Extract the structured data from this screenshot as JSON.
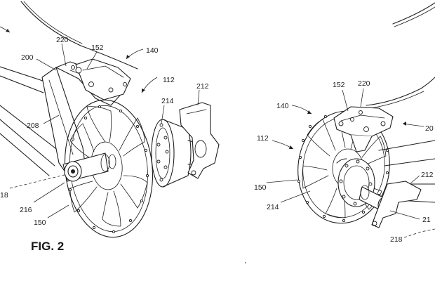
{
  "figure_label": "FIG. 2",
  "left_view": {
    "refs": {
      "r220": "220",
      "r152": "152",
      "r200": "200",
      "r140": "140",
      "r112": "112",
      "r212": "212",
      "r214": "214",
      "r208": "208",
      "r18": "18",
      "r216": "216",
      "r150": "150"
    }
  },
  "right_view": {
    "refs": {
      "r152": "152",
      "r220": "220",
      "r140": "140",
      "r20": "20",
      "r112": "112",
      "r150": "150",
      "r214": "214",
      "r212": "212",
      "r21": "21",
      "r218": "218"
    }
  }
}
